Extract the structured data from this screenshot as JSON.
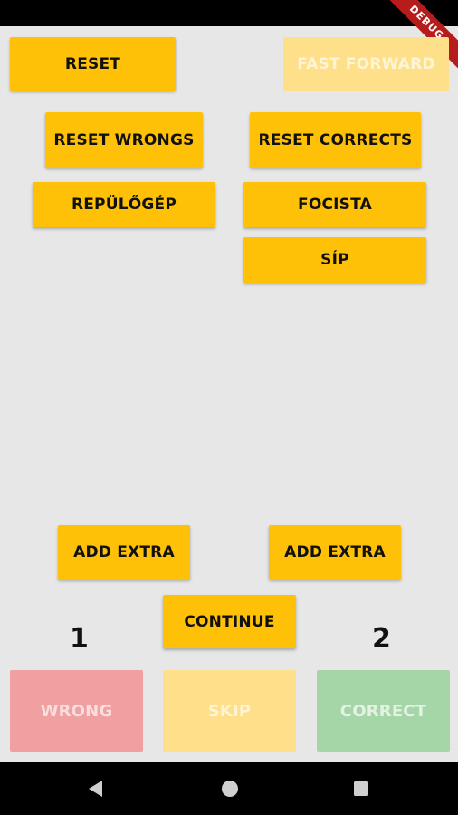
{
  "top": {
    "reset_label": "RESET",
    "fast_forward_label": "FAST FORWARD"
  },
  "resets": {
    "wrongs_label": "RESET WRONGS",
    "corrects_label": "RESET CORRECTS"
  },
  "words": {
    "left": [
      "REPÜLŐGÉP"
    ],
    "right": [
      "FOCISTA",
      "SÍP"
    ]
  },
  "extras": {
    "left_label": "ADD EXTRA",
    "right_label": "ADD EXTRA"
  },
  "continue_label": "CONTINUE",
  "scores": {
    "left": "1",
    "right": "2"
  },
  "actions": {
    "wrong_label": "WRONG",
    "skip_label": "SKIP",
    "correct_label": "CORRECT"
  },
  "debug_banner": "DEBUG",
  "colors": {
    "primary": "#ffc107",
    "wrong": "#f0a0a0",
    "correct": "#a5d6a7",
    "background": "#e7e7e7"
  },
  "nav_icons": [
    "back-icon",
    "home-icon",
    "recents-icon"
  ]
}
